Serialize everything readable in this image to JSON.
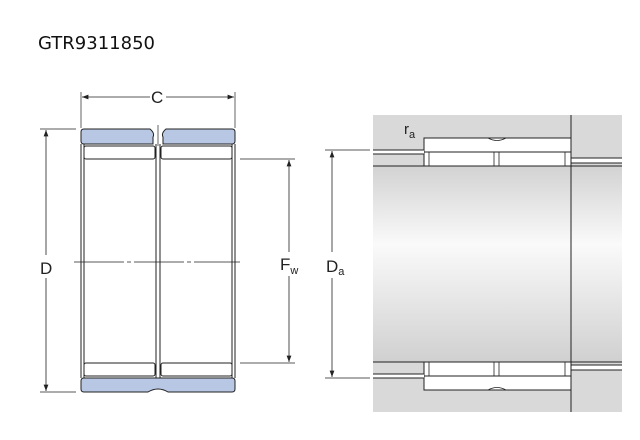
{
  "title": "GTR9311850",
  "labels": {
    "C": "C",
    "D": "D",
    "F": "F",
    "F_sub": "w",
    "Da": "D",
    "Da_sub": "a",
    "r": "r",
    "r_sub": "a"
  },
  "colors": {
    "ring": "#b8c8e4",
    "housing": "#d9d9d9",
    "line": "#222222"
  }
}
